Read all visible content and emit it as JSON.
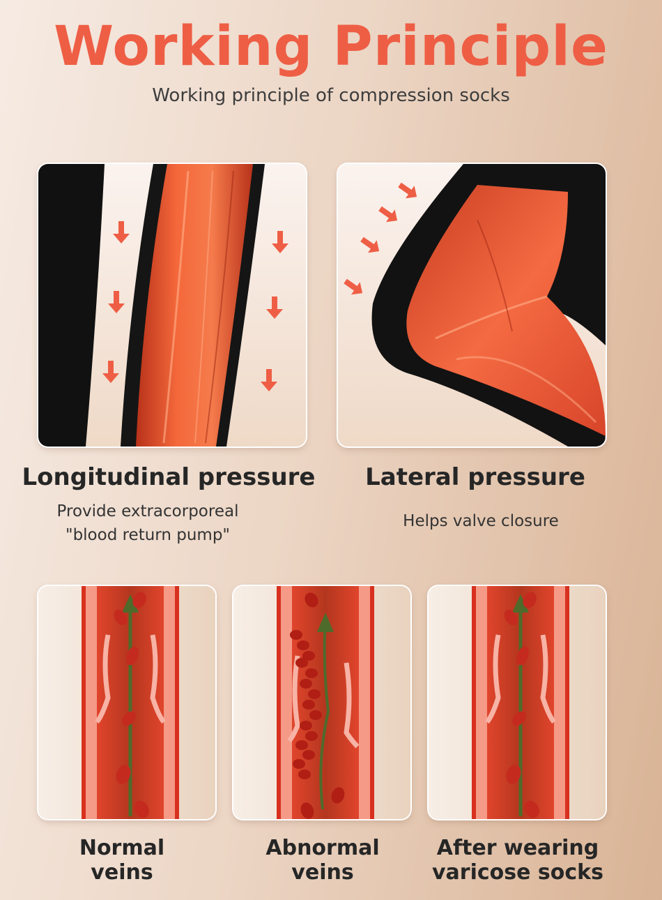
{
  "header": {
    "title": "Working Principle",
    "subtitle": "Working principle of compression socks"
  },
  "pressure": [
    {
      "title": "Longitudinal pressure",
      "desc_line1": "Provide extracorporeal",
      "desc_line2": "\"blood return pump\""
    },
    {
      "title": "Lateral pressure",
      "desc_line1": "Helps valve closure"
    }
  ],
  "veins": [
    {
      "line1": "Normal",
      "line2": "veins"
    },
    {
      "line1": "Abnormal",
      "line2": "veins"
    },
    {
      "line1": "After wearing",
      "line2": "varicose socks"
    }
  ],
  "colors": {
    "accent": "#ee5e45",
    "muscle": "#f0582f",
    "blood": "#c42a1d",
    "vessel_wall": "#f28c7a"
  },
  "icons": [
    "arrow-down-icon",
    "arrow-diagonal-icon",
    "flow-arrow-icon"
  ]
}
